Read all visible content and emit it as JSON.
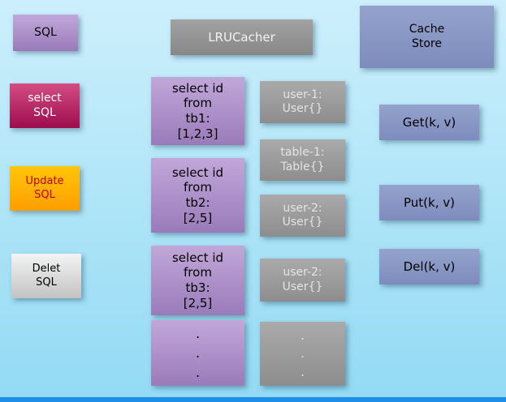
{
  "left_column": {
    "sql": "SQL",
    "select_sql": "select\nSQL",
    "update_sql": "Update\nSQL",
    "delete_sql": "Delet\nSQL"
  },
  "lru_cacher": "LRUCacher",
  "queries": [
    {
      "text": "select id\nfrom\ntb1:\n[1,2,3]"
    },
    {
      "text": "select id\nfrom\ntb2:\n[2,5]"
    },
    {
      "text": "select id\nfrom\ntb3:\n[2,5]"
    },
    {
      "text": ".\n.\n."
    }
  ],
  "cache_entries": [
    {
      "text": "user-1:\nUser{}"
    },
    {
      "text": "table-1:\nTable{}"
    },
    {
      "text": "user-2:\nUser{}"
    },
    {
      "text": "user-2:\nUser{}"
    },
    {
      "text": ".\n.\n."
    }
  ],
  "cache_store": "Cache\nStore",
  "operations": [
    {
      "label": "Get(k, v)"
    },
    {
      "label": "Put(k, v)"
    },
    {
      "label": "Del(k, v)"
    }
  ],
  "colors": {
    "background_top": "#cdeffc",
    "background_bottom": "#93daf4",
    "bottom_bar": "#1e8fe8",
    "purple_box": "#a98cc6",
    "magenta_box": "#b82d68",
    "orange_box": "#ffae00",
    "silver_box": "#d9d9d9",
    "gray_box": "#989898",
    "periwinkle_box": "#8897c5",
    "update_sql_text": "#c00000"
  }
}
